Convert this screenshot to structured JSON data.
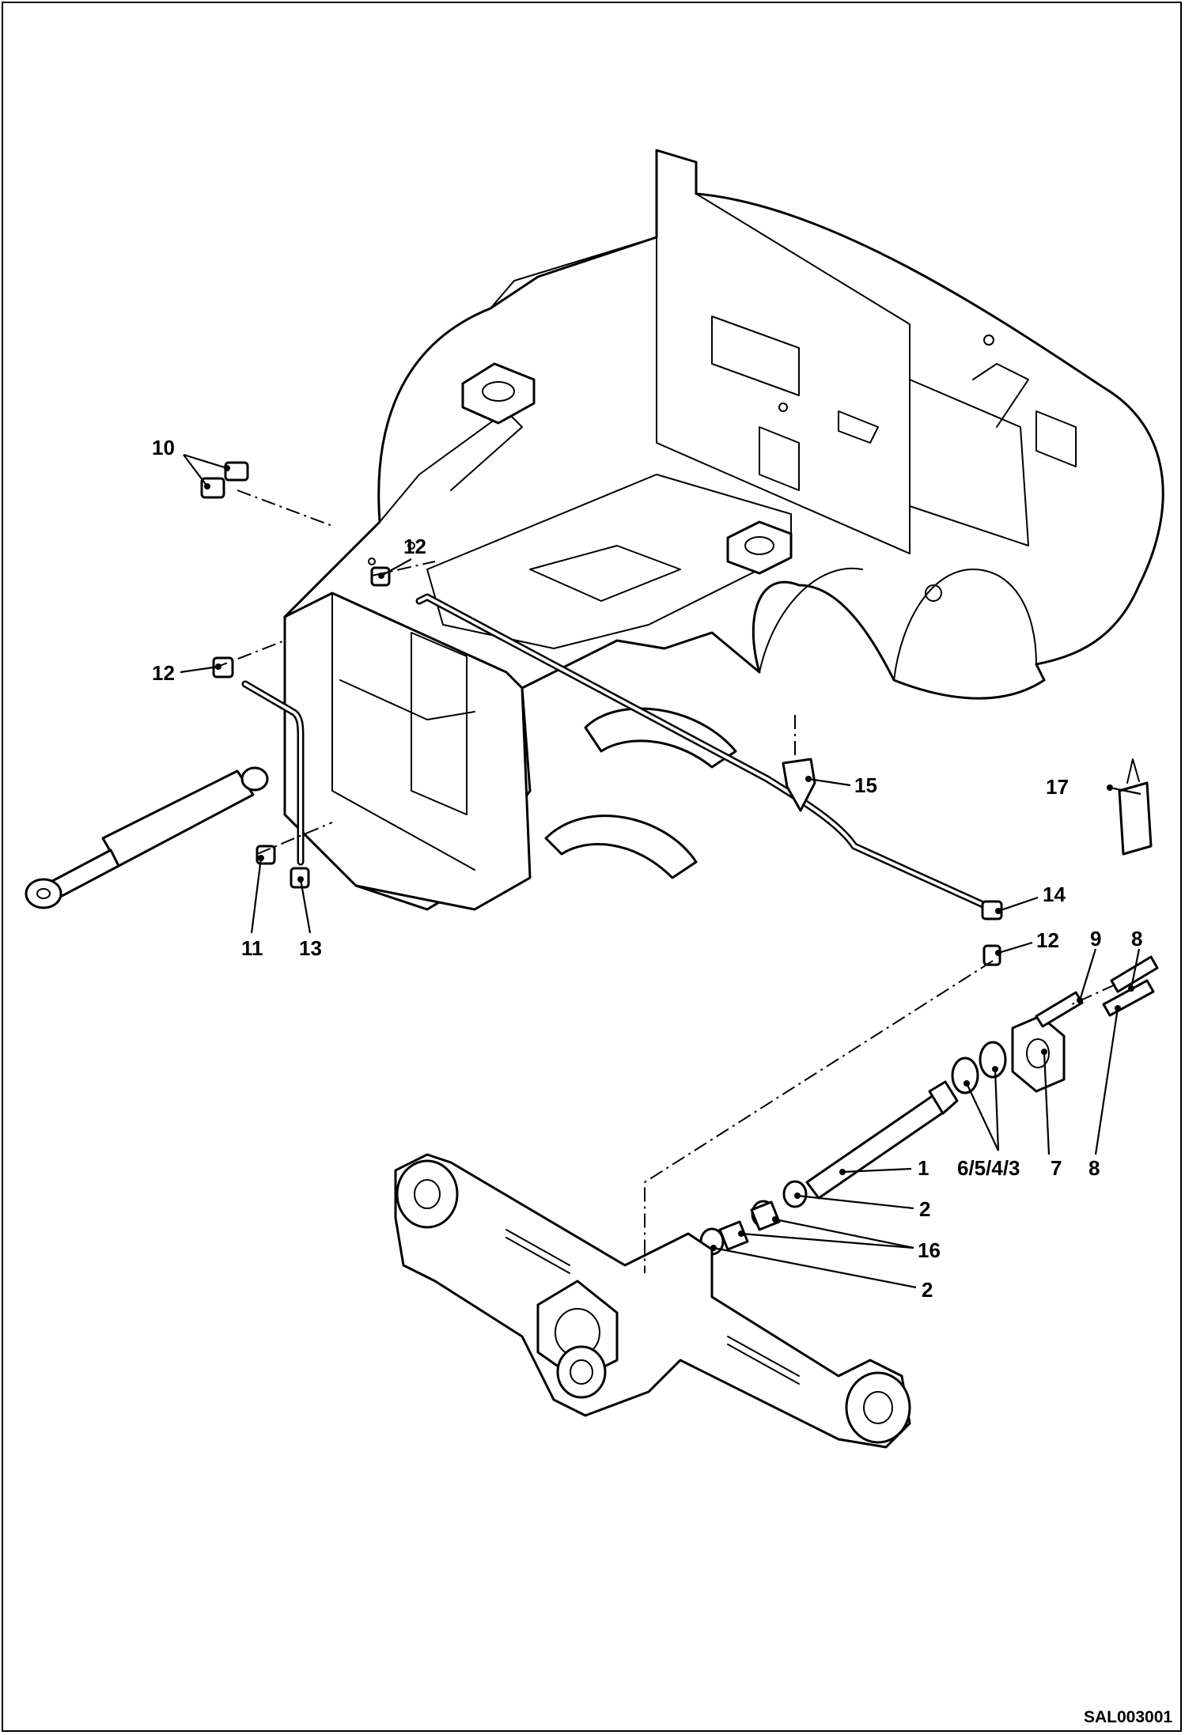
{
  "callouts": {
    "c10": "10",
    "c12a": "12",
    "c12b": "12",
    "c11": "11",
    "c13": "13",
    "c15": "15",
    "c17": "17",
    "c14": "14",
    "c12c": "12",
    "c9": "9",
    "c8a": "8",
    "c1": "1",
    "c6543": "6/5/4/3",
    "c7": "7",
    "c8b": "8",
    "c2a": "2",
    "c16": "16",
    "c2b": "2"
  },
  "drawing_code": "SAL003001"
}
